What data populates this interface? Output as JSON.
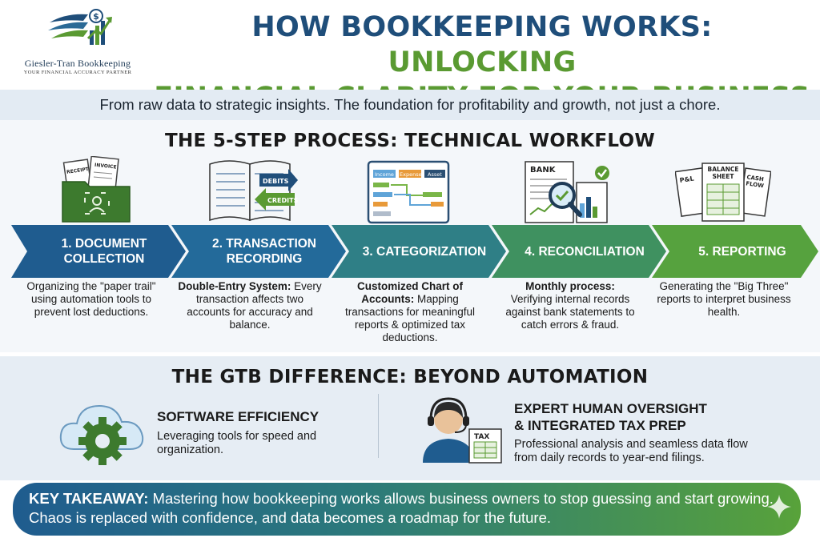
{
  "header": {
    "logo_name": "Giesler-Tran Bookkeeping",
    "logo_tagline": "YOUR FINANCIAL ACCURACY PARTNER",
    "title_part1": "HOW BOOKKEEPING WORKS:",
    "title_part2": "UNLOCKING",
    "title_line2": "FINANCIAL CLARITY FOR YOUR BUSINESS"
  },
  "subtitle": "From raw data to strategic insights. The foundation for profitability and growth, not just a chore.",
  "process": {
    "title": "THE 5-STEP PROCESS: TECHNICAL WORKFLOW",
    "steps": [
      {
        "line1": "1. DOCUMENT",
        "line2": "COLLECTION",
        "bold": "",
        "desc": "Organizing the \"paper trail\" using automation tools to prevent lost deductions.",
        "color": "#1f5c8f",
        "icon_labels": [
          "RECEIPT",
          "INVOICE"
        ]
      },
      {
        "line1": "2. TRANSACTION",
        "line2": "RECORDING",
        "bold": "Double-Entry System:",
        "desc": "Every transaction affects two accounts for accuracy and balance.",
        "color": "#236a9a",
        "icon_labels": [
          "DEBITS",
          "CREDITS"
        ]
      },
      {
        "line1": "3. CATEGORIZATION",
        "line2": "",
        "bold": "Customized Chart of Accounts:",
        "desc": "Mapping transactions for meaningful reports & optimized tax deductions.",
        "color": "#2f7f86",
        "icon_labels": [
          "Income",
          "Expense",
          "Asset"
        ]
      },
      {
        "line1": "4. RECONCILIATION",
        "line2": "",
        "bold": "Monthly process:",
        "desc": "Verifying internal records against bank statements to catch errors & fraud.",
        "color": "#3f9160",
        "icon_labels": [
          "BANK"
        ]
      },
      {
        "line1": "5. REPORTING",
        "line2": "",
        "bold": "",
        "desc": "Generating the \"Big Three\" reports to interpret business health.",
        "color": "#56a23e",
        "icon_labels": [
          "P&L",
          "BALANCE SHEET",
          "CASH FLOW"
        ]
      }
    ]
  },
  "gtb": {
    "title": "THE GTB DIFFERENCE: BEYOND AUTOMATION",
    "software_title": "SOFTWARE EFFICIENCY",
    "software_desc": "Leveraging tools for speed and organization.",
    "human_title_line1": "EXPERT HUMAN OVERSIGHT",
    "human_title_line2": "& INTEGRATED TAX PREP",
    "human_desc": "Professional analysis and seamless data flow from daily records to year-end filings.",
    "tax_label": "TAX"
  },
  "takeaway": {
    "label": "KEY TAKEAWAY:",
    "text": "Mastering how bookkeeping works allows business owners to stop guessing and start growing. Chaos is replaced with confidence, and data becomes a roadmap for the future."
  },
  "colors": {
    "brand_blue": "#1f4e7a",
    "brand_green": "#5a9a32"
  }
}
